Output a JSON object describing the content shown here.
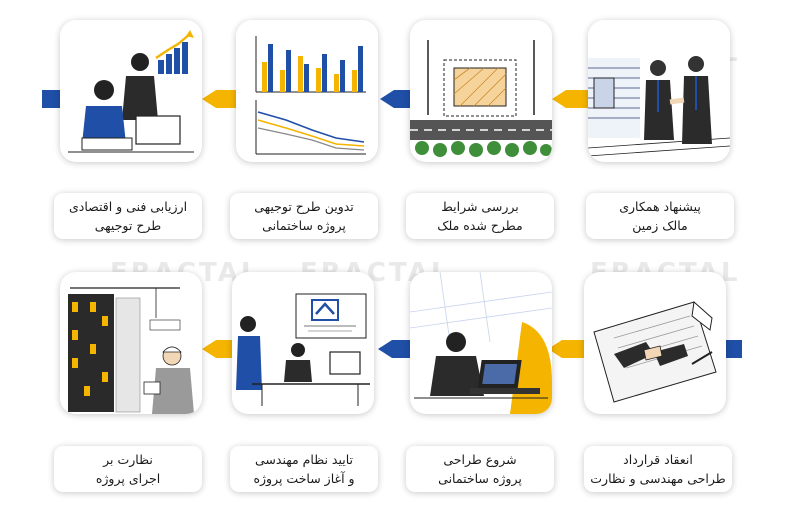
{
  "steps": [
    {
      "lines": [
        "پیشنهاد همکاری",
        "مالک زمین"
      ]
    },
    {
      "lines": [
        "بررسی شرایط",
        "مطرح شده ملک"
      ]
    },
    {
      "lines": [
        "تدوین طرح توجیهی",
        "پروژه ساختمانی"
      ]
    },
    {
      "lines": [
        "ارزیابی فنی و اقتصادی",
        "طرح توجیهی"
      ]
    },
    {
      "lines": [
        "انعقاد قرارداد",
        "طراحی مهندسی و نظارت"
      ]
    },
    {
      "lines": [
        "شروع طراحی",
        "پروژه ساختمانی"
      ]
    },
    {
      "lines": [
        "تایید نظام مهندسی",
        "و آغاز ساخت پروژه"
      ]
    },
    {
      "lines": [
        "نظارت بر",
        "اجرای پروژه"
      ]
    }
  ],
  "watermark": "FRACTAL",
  "colors": {
    "blue": "#1f4fa6",
    "yellow": "#f4b400"
  }
}
